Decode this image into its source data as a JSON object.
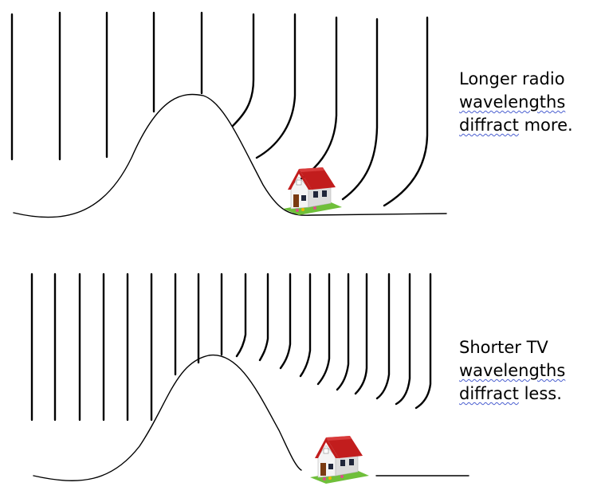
{
  "diagrams": [
    {
      "caption_lines": [
        "Longer radio",
        "wavelengths",
        "diffract more."
      ],
      "caption_underlined": [
        "wavelengths",
        "diffract"
      ]
    },
    {
      "caption_lines": [
        "Shorter TV",
        "wavelengths",
        "diffract less."
      ],
      "caption_underlined": [
        "wavelengths",
        "diffract"
      ]
    }
  ],
  "colors": {
    "line": "#000000",
    "roof": "#c21d1d",
    "wall": "#f4f4f4",
    "grass": "#6fbf3a",
    "door": "#7a3b12",
    "window": "#20263a",
    "spellcheck": "#4a5fd0"
  },
  "icons": [
    "house-icon"
  ]
}
